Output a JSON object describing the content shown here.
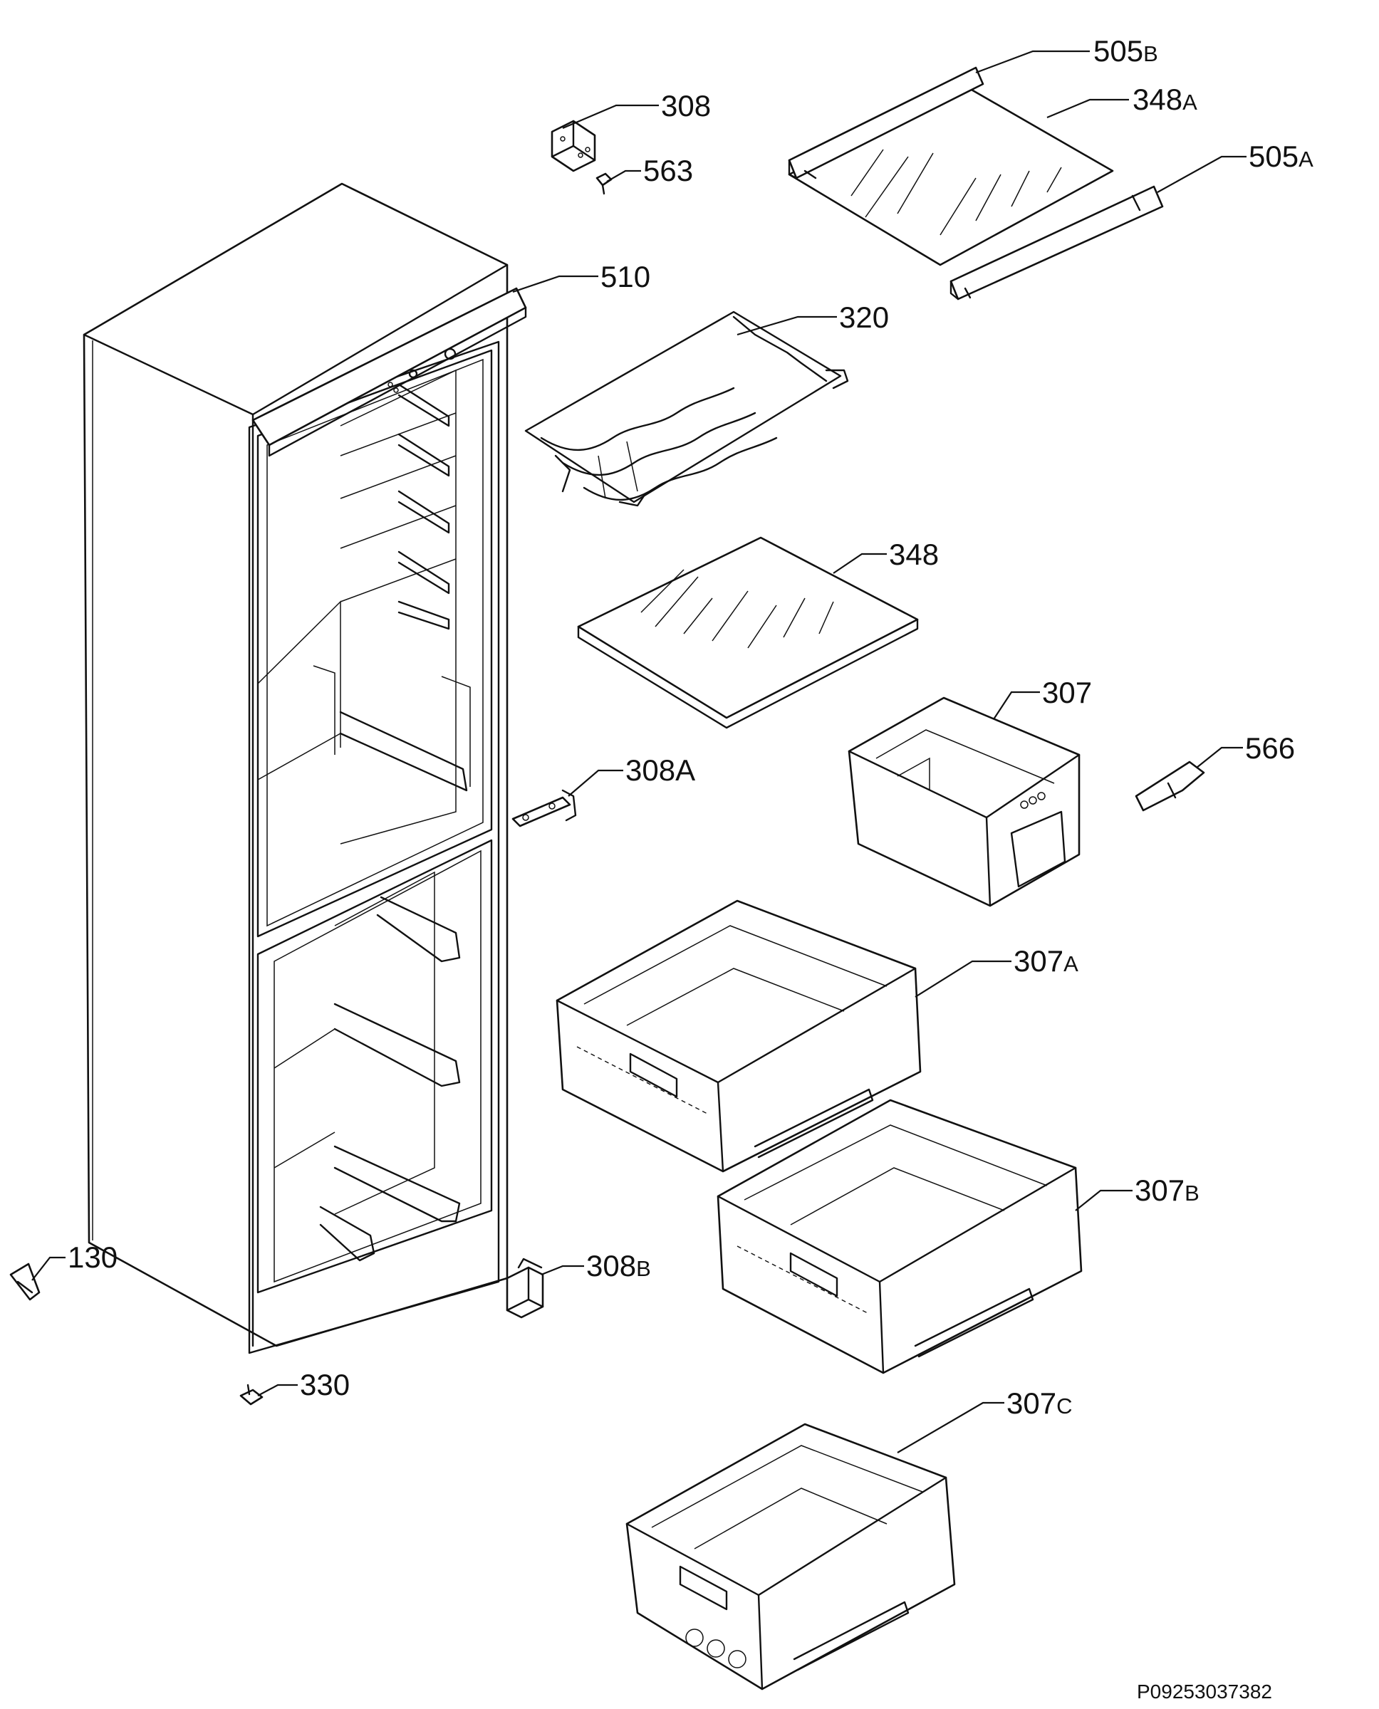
{
  "callouts": [
    {
      "id": "505b",
      "num": "505",
      "suffix": "B"
    },
    {
      "id": "308",
      "num": "308",
      "suffix": ""
    },
    {
      "id": "348a",
      "num": "348",
      "suffix": "A"
    },
    {
      "id": "563",
      "num": "563",
      "suffix": ""
    },
    {
      "id": "505a",
      "num": "505",
      "suffix": "A"
    },
    {
      "id": "510",
      "num": "510",
      "suffix": ""
    },
    {
      "id": "320",
      "num": "320",
      "suffix": ""
    },
    {
      "id": "348",
      "num": "348",
      "suffix": ""
    },
    {
      "id": "307",
      "num": "307",
      "suffix": ""
    },
    {
      "id": "566",
      "num": "566",
      "suffix": ""
    },
    {
      "id": "308a",
      "num": "308A",
      "suffix": ""
    },
    {
      "id": "307a",
      "num": "307",
      "suffix": "A"
    },
    {
      "id": "307b",
      "num": "307",
      "suffix": "B"
    },
    {
      "id": "130",
      "num": "130",
      "suffix": ""
    },
    {
      "id": "308b",
      "num": "308",
      "suffix": "B"
    },
    {
      "id": "330",
      "num": "330",
      "suffix": ""
    },
    {
      "id": "307c",
      "num": "307",
      "suffix": "C"
    }
  ],
  "drawing_code": "P09253037382"
}
